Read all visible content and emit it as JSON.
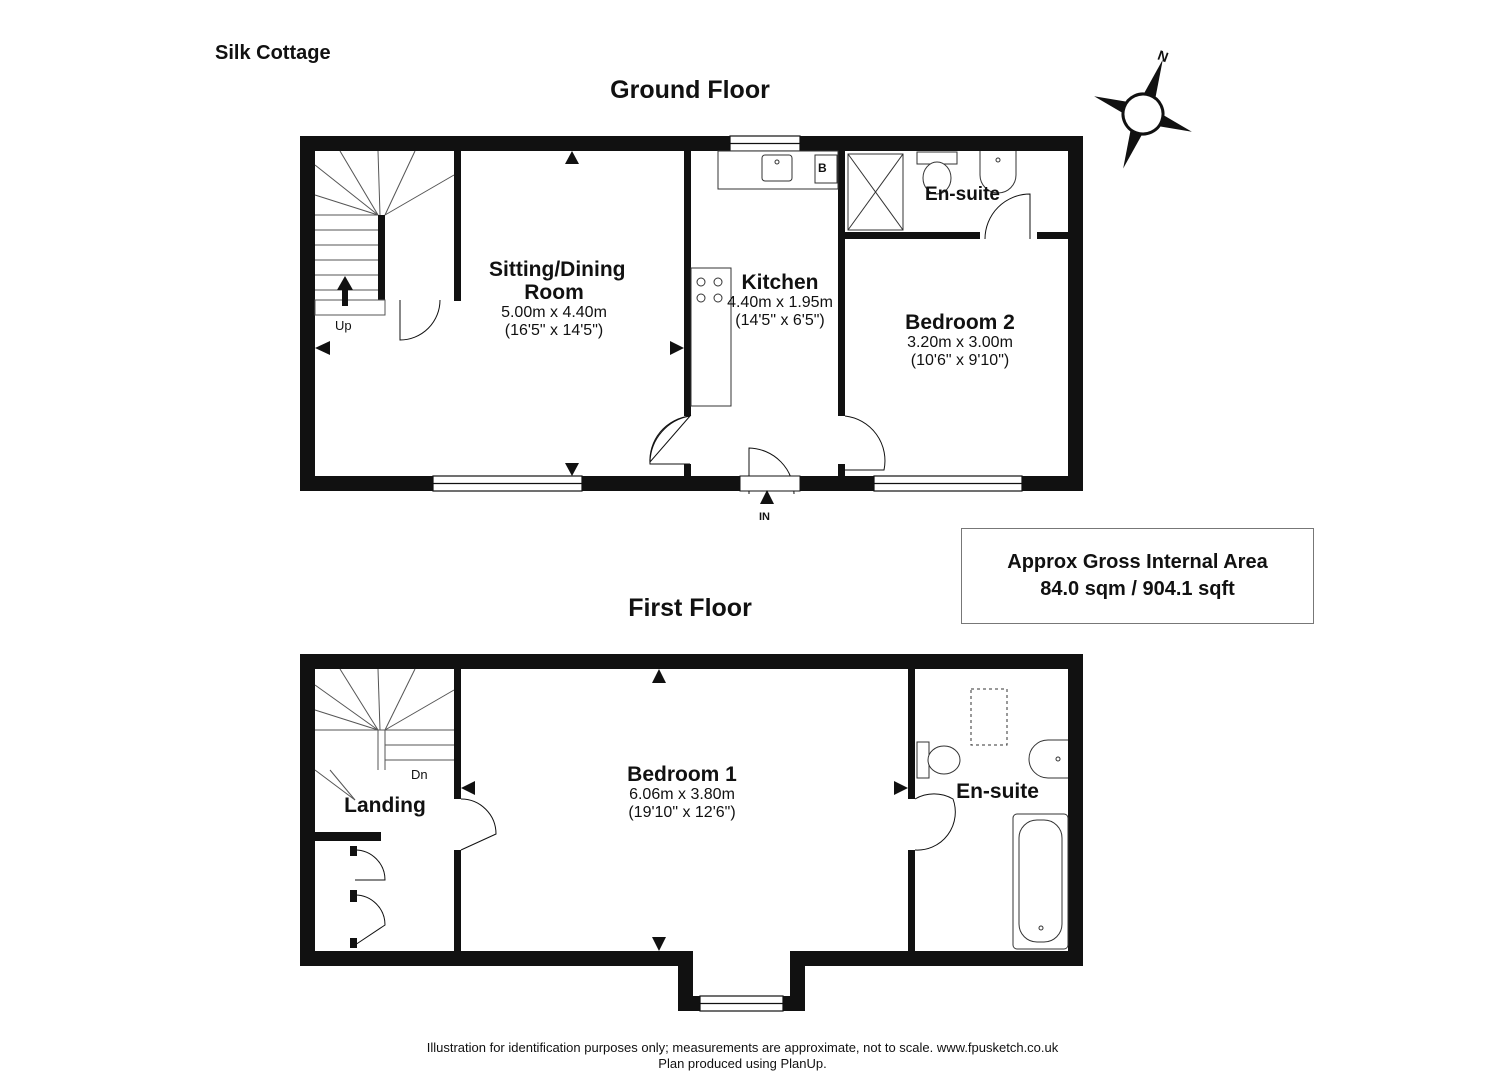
{
  "property_name": "Silk Cottage",
  "compass": {
    "label": "N"
  },
  "ground_floor": {
    "title": "Ground Floor",
    "up_label": "Up",
    "entrance_label": "IN",
    "boiler_label": "B",
    "rooms": {
      "sitting": {
        "name": "Sitting/Dining Room",
        "dims_m": "5.00m x 4.40m",
        "dims_ft": "(16'5\" x 14'5\")"
      },
      "kitchen": {
        "name": "Kitchen",
        "dims_m": "4.40m x 1.95m",
        "dims_ft": "(14'5\" x 6'5\")"
      },
      "bedroom2": {
        "name": "Bedroom 2",
        "dims_m": "3.20m x 3.00m",
        "dims_ft": "(10'6\" x 9'10\")"
      },
      "ensuite": {
        "name": "En-suite"
      }
    }
  },
  "first_floor": {
    "title": "First Floor",
    "down_label": "Dn",
    "rooms": {
      "landing": {
        "name": "Landing"
      },
      "bedroom1": {
        "name": "Bedroom 1",
        "dims_m": "6.06m x 3.80m",
        "dims_ft": "(19'10\" x 12'6\")"
      },
      "ensuite": {
        "name": "En-suite"
      }
    }
  },
  "area": {
    "line1": "Approx Gross Internal Area",
    "line2": "84.0 sqm / 904.1 sqft"
  },
  "footer": {
    "line1": "Illustration for identification purposes only; measurements are approximate, not to scale. www.fpusketch.co.uk",
    "line2": "Plan produced using PlanUp."
  }
}
